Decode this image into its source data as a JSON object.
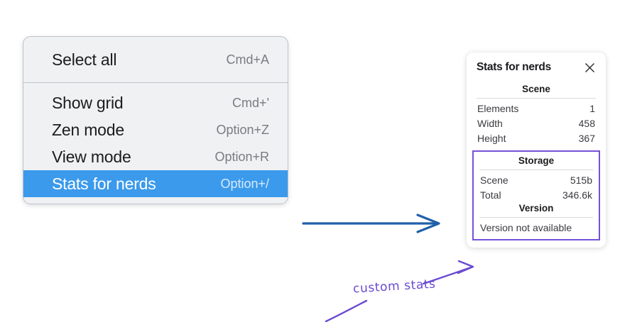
{
  "context_menu": {
    "sections": [
      {
        "items": [
          {
            "label": "Select all",
            "shortcut": "Cmd+A",
            "highlighted": false
          }
        ]
      },
      {
        "items": [
          {
            "label": "Show grid",
            "shortcut": "Cmd+'",
            "highlighted": false
          },
          {
            "label": "Zen mode",
            "shortcut": "Option+Z",
            "highlighted": false
          },
          {
            "label": "View mode",
            "shortcut": "Option+R",
            "highlighted": false
          },
          {
            "label": "Stats for nerds",
            "shortcut": "Option+/",
            "highlighted": true
          }
        ]
      }
    ],
    "highlight_color": "#3b9aec"
  },
  "stats_panel": {
    "title": "Stats for nerds",
    "close_icon": "close-icon",
    "scene": {
      "header": "Scene",
      "rows": [
        {
          "key": "Elements",
          "value": "1"
        },
        {
          "key": "Width",
          "value": "458"
        },
        {
          "key": "Height",
          "value": "367"
        }
      ]
    },
    "storage": {
      "header": "Storage",
      "rows": [
        {
          "key": "Scene",
          "value": "515b"
        },
        {
          "key": "Total",
          "value": "346.6k"
        }
      ]
    },
    "version": {
      "header": "Version",
      "text": "Version not available"
    },
    "highlight_border_color": "#7550d8"
  },
  "annotations": {
    "flow_arrow_color": "#1f5fa8",
    "handwriting_color": "#6a4bd0",
    "label": "custom stats"
  }
}
